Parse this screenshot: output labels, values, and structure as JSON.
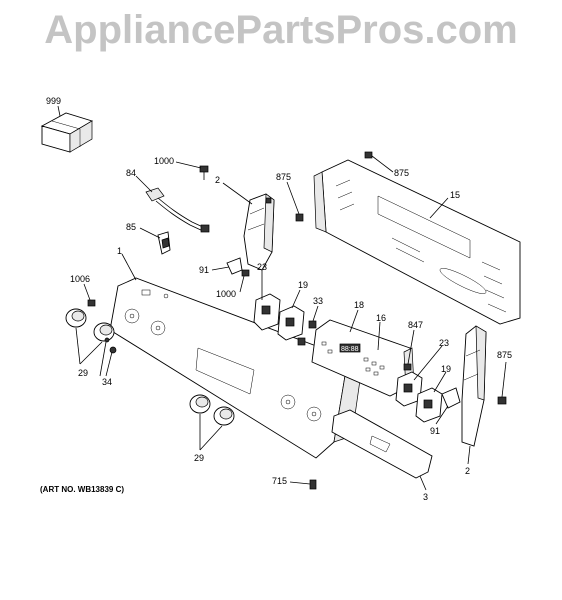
{
  "watermark": "AppliancePartsPros.com",
  "art_number": "(ART NO. WB13839 C)",
  "callouts": {
    "c999": "999",
    "c1000a": "1000",
    "c84": "84",
    "c2a": "2",
    "c875a": "875",
    "c875b": "875",
    "c15": "15",
    "c85": "85",
    "c1": "1",
    "c91a": "91",
    "c23a": "23",
    "c1000b": "1000",
    "c1006": "1006",
    "c19a": "19",
    "c33": "33",
    "c18": "18",
    "c16": "16",
    "c847": "847",
    "c23b": "23",
    "c875c": "875",
    "c29a": "29",
    "c34": "34",
    "c19b": "19",
    "c91b": "91",
    "c29b": "29",
    "c2b": "2",
    "c715": "715",
    "c3": "3"
  },
  "display_readout": "88:88"
}
